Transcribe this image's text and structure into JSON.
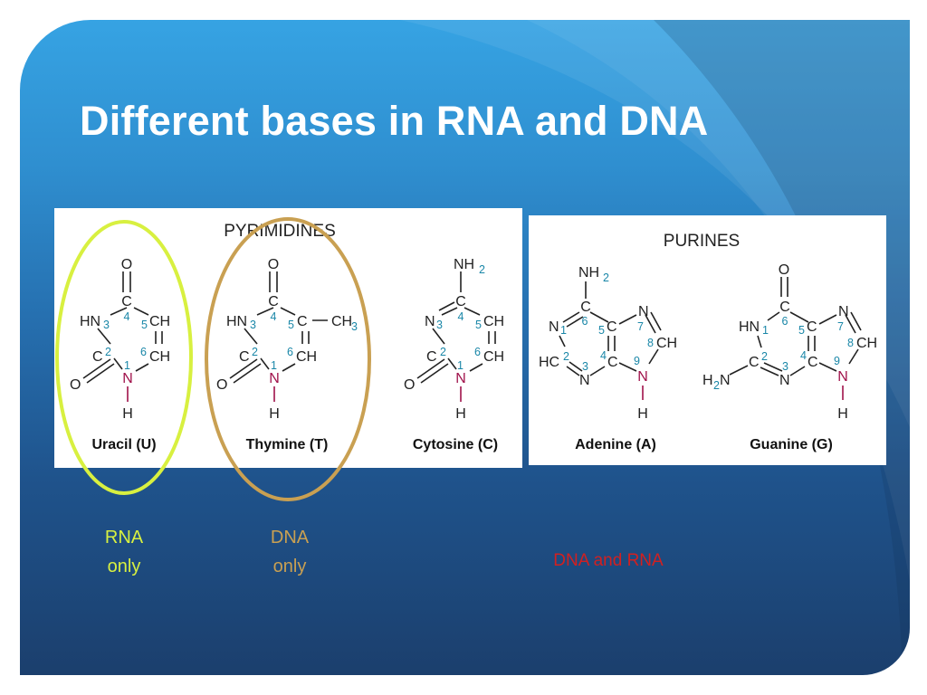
{
  "slide": {
    "title": "Different bases in RNA and DNA",
    "colors": {
      "background_top": "#36a3e3",
      "background_bottom": "#1b3f6d",
      "rna_highlight": "#d8f040",
      "dna_highlight": "#c9a052",
      "both_label": "#d22020",
      "nitrogen_h": "#a0124a",
      "position_numbers": "#1a87a8"
    }
  },
  "pyrimidines": {
    "heading": "PYRIMIDINES",
    "uracil": {
      "name": "Uracil (U)",
      "atoms": {
        "o_top": "O",
        "c4": "C",
        "hn3": "HN",
        "c5h": "CH",
        "c2": "C",
        "c6h": "CH",
        "o_left": "O",
        "n1": "N",
        "h": "H"
      },
      "numbers": {
        "n3": "3",
        "n4": "4",
        "n5": "5",
        "n2": "2",
        "n6": "6",
        "n1": "1"
      }
    },
    "thymine": {
      "name": "Thymine (T)",
      "atoms": {
        "o_top": "O",
        "c4": "C",
        "hn3": "HN",
        "c5": "C",
        "ch3": "CH",
        "ch3_sub": "3",
        "c2": "C",
        "c6h": "CH",
        "o_left": "O",
        "n1": "N",
        "h": "H"
      },
      "numbers": {
        "n3": "3",
        "n4": "4",
        "n5": "5",
        "n2": "2",
        "n6": "6",
        "n1": "1"
      }
    },
    "cytosine": {
      "name": "Cytosine (C)",
      "atoms": {
        "nh2": "NH",
        "nh2_sub": "2",
        "c4": "C",
        "n3": "N",
        "c5h": "CH",
        "c2": "C",
        "c6h": "CH",
        "o_left": "O",
        "n1": "N",
        "h": "H"
      },
      "numbers": {
        "n3": "3",
        "n4": "4",
        "n5": "5",
        "n2": "2",
        "n6": "6",
        "n1": "1"
      }
    }
  },
  "purines": {
    "heading": "PURINES",
    "adenine": {
      "name": "Adenine (A)",
      "atoms": {
        "nh2": "NH",
        "nh2_sub": "2",
        "c6": "C",
        "n1": "N",
        "c5": "C",
        "n7": "N",
        "c8h": "CH",
        "hc2": "HC",
        "n3": "N",
        "c4": "C",
        "n9": "N",
        "h": "H"
      },
      "numbers": {
        "n1": "1",
        "n6": "6",
        "n5": "5",
        "n7": "7",
        "n8": "8",
        "n2": "2",
        "n3": "3",
        "n4": "4",
        "n9": "9"
      }
    },
    "guanine": {
      "name": "Guanine (G)",
      "atoms": {
        "o_top": "O",
        "c6": "C",
        "hn1": "HN",
        "c5": "C",
        "n7": "N",
        "c8h": "CH",
        "c2": "C",
        "h2n": "H",
        "h2n_sub": "2",
        "h2n_n": "N",
        "n3": "N",
        "c4": "C",
        "n9": "N",
        "h": "H"
      },
      "numbers": {
        "n1": "1",
        "n6": "6",
        "n5": "5",
        "n7": "7",
        "n8": "8",
        "n2": "2",
        "n3": "3",
        "n4": "4",
        "n9": "9"
      }
    }
  },
  "labels": {
    "rna_only": {
      "line1": "RNA",
      "line2": "only"
    },
    "dna_only": {
      "line1": "DNA",
      "line2": "only"
    },
    "dna_and_rna": "DNA and RNA"
  }
}
